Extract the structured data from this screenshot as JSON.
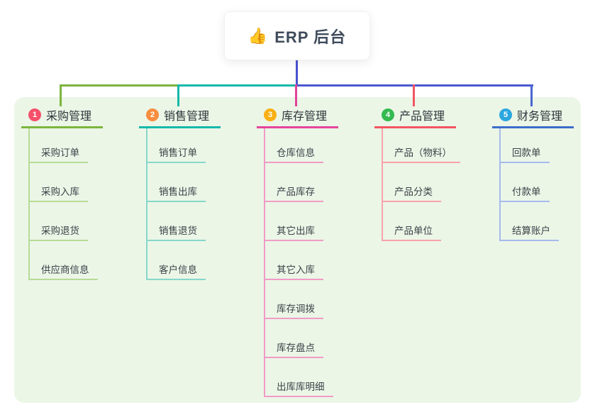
{
  "root": {
    "icon": "👍",
    "label": "ERP 后台"
  },
  "branches": [
    {
      "number": "1",
      "label": "采购管理",
      "badge_color": "#f6506b",
      "line_color": "#7cb53d",
      "child_line_color": "#b7db96",
      "children": [
        "采购订单",
        "采购入库",
        "采购退货",
        "供应商信息"
      ]
    },
    {
      "number": "2",
      "label": "销售管理",
      "badge_color": "#f88d3f",
      "line_color": "#14b8aa",
      "child_line_color": "#86d8cb",
      "children": [
        "销售订单",
        "销售出库",
        "销售退货",
        "客户信息"
      ]
    },
    {
      "number": "3",
      "label": "库存管理",
      "badge_color": "#fab014",
      "line_color": "#e5459c",
      "child_line_color": "#f29bc6",
      "children": [
        "仓库信息",
        "产品库存",
        "其它出库",
        "其它入库",
        "库存调拨",
        "库存盘点",
        "出库库明细"
      ]
    },
    {
      "number": "4",
      "label": "产品管理",
      "badge_color": "#33ba50",
      "line_color": "#f25562",
      "child_line_color": "#f8a3aa",
      "children": [
        "产品（物料）",
        "产品分类",
        "产品单位"
      ]
    },
    {
      "number": "5",
      "label": "财务管理",
      "badge_color": "#2ca6e0",
      "line_color": "#3c6cc9",
      "child_line_color": "#a6baec",
      "children": [
        "回款单",
        "付款单",
        "结算账户"
      ]
    }
  ],
  "connectors": {
    "root_stem_color": "#4752d0",
    "bus_colors": [
      "#7cb53d",
      "#14b8aa",
      "#4a58d0"
    ],
    "drop_colors": [
      "#7cb53d",
      "#14b8aa",
      "#e0439a",
      "#f25562",
      "#4a66cf"
    ]
  },
  "theme": {
    "panel_bg": "#ebf6e7"
  }
}
